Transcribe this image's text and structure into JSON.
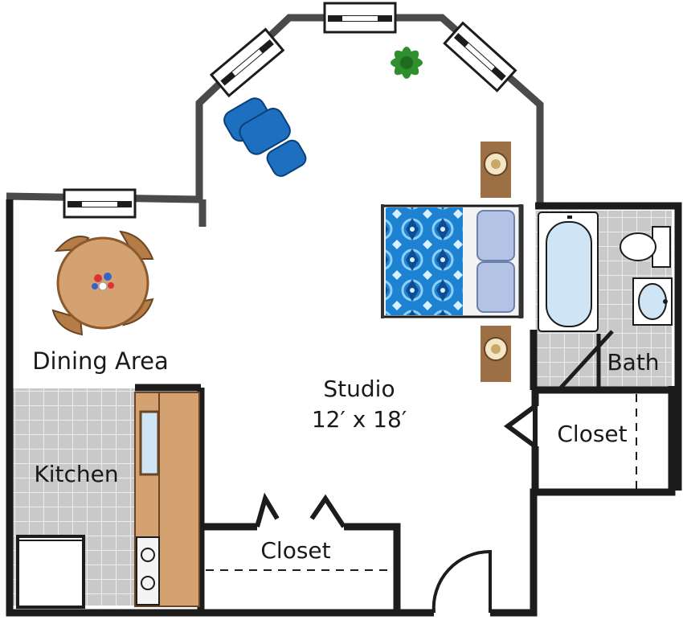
{
  "rooms": {
    "dining": "Dining Area",
    "kitchen": "Kitchen",
    "bath": "Bath",
    "studio_name": "Studio",
    "studio_size": "12′ x 18′",
    "closet_right": "Closet",
    "closet_bottom": "Closet"
  },
  "colors": {
    "wall": "#1c1c1c",
    "window_wall": "#4a4a4a",
    "tile": "#c9c9c9",
    "tile_line": "#ededed",
    "wood": "#d4a271",
    "wood_dark": "#9b6a3e",
    "tub": "#cfe4f5",
    "chair_blue": "#1d6fc0",
    "plant_green": "#2f8f2f",
    "bed_blue": "#1d82d1",
    "pillow": "#b3c3e6",
    "nightstand": "#9d6f45"
  }
}
